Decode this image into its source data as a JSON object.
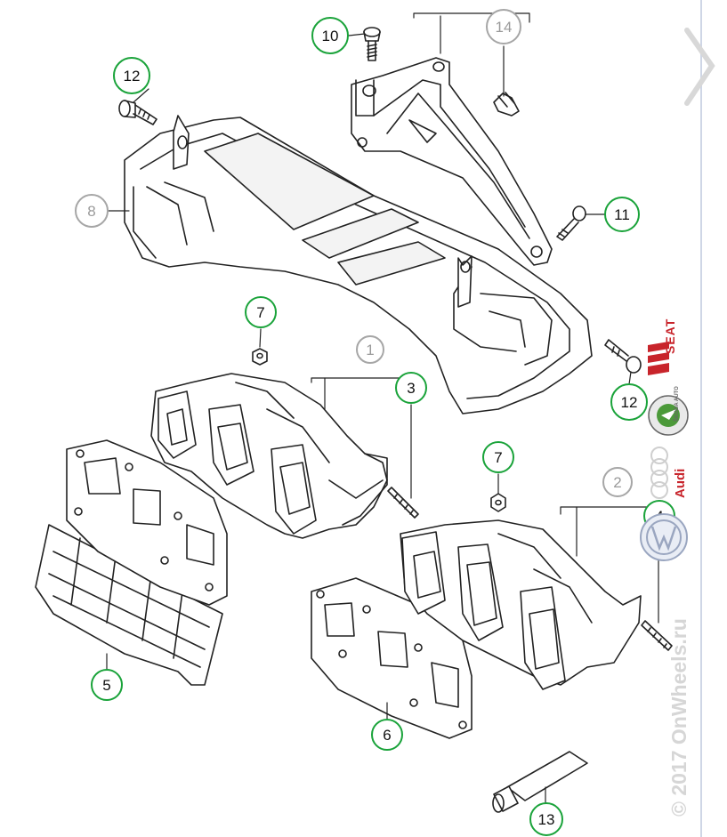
{
  "callouts": {
    "c1": "1",
    "c2": "2",
    "c3": "3",
    "c4": "4",
    "c5": "5",
    "c6": "6",
    "c7a": "7",
    "c7b": "7",
    "c8": "8",
    "c10": "10",
    "c11": "11",
    "c12a": "12",
    "c12b": "12",
    "c13": "13",
    "c14": "14"
  },
  "watermark": {
    "site": "© 2017 OnWheels.ru",
    "brand_seat": "SEAT",
    "brand_audi": "Audi",
    "brand_skoda": "ŠKODA AUTO"
  },
  "colors": {
    "highlight_ring": "#1aa33a",
    "grey_ring": "#a6a6a6",
    "line": "#222222",
    "seat_red": "#c8242b",
    "audi_red": "#c8242b",
    "watermark_grey": "#d6d6d6"
  },
  "icons": {
    "next_page": "chevron-right-icon"
  }
}
